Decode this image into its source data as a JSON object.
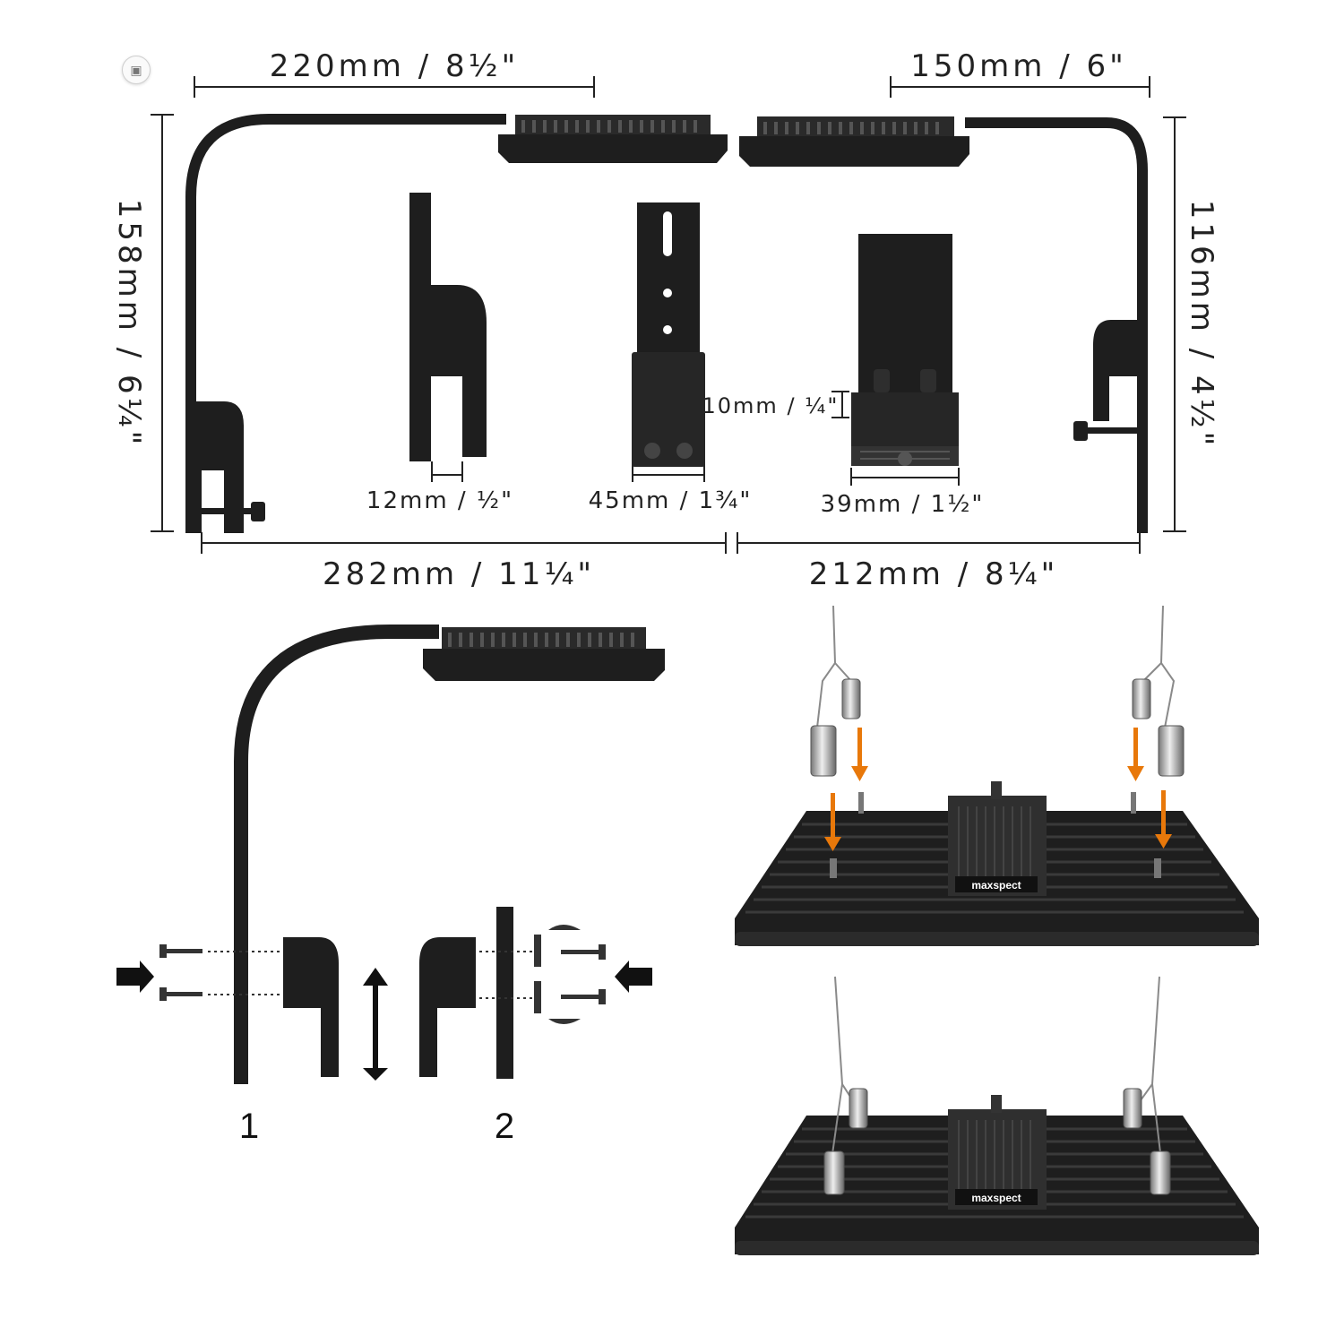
{
  "dimensions": {
    "top_left_width": "220mm / 8½\"",
    "top_right_width": "150mm / 6\"",
    "left_height": "158mm / 6¼\"",
    "right_height": "116mm / 4½\"",
    "bottom_left_width": "282mm / 11¼\"",
    "bottom_right_width": "212mm / 8¼\"",
    "clamp_gap": "12mm / ½\"",
    "bracket_width": "45mm / 1¾\"",
    "mount_width": "39mm / 1½\"",
    "mount_height": "10mm / ¼\""
  },
  "steps": {
    "step1": "1",
    "step2": "2"
  },
  "brand": {
    "logo_top": "maxspect",
    "logo_bottom": "maxspect"
  },
  "colors": {
    "product_black": "#1e1e1e",
    "fixture_dark": "#2a2a2a",
    "arrow_orange": "#e8780a",
    "wire_gray": "#8a8a8a",
    "dimension_line": "#222222"
  },
  "icons": {
    "corner": "image-icon",
    "push_arrow": "arrow-right-icon",
    "adjust_arrow": "double-arrow-vertical-icon",
    "insert_arrow": "arrow-down-icon"
  }
}
